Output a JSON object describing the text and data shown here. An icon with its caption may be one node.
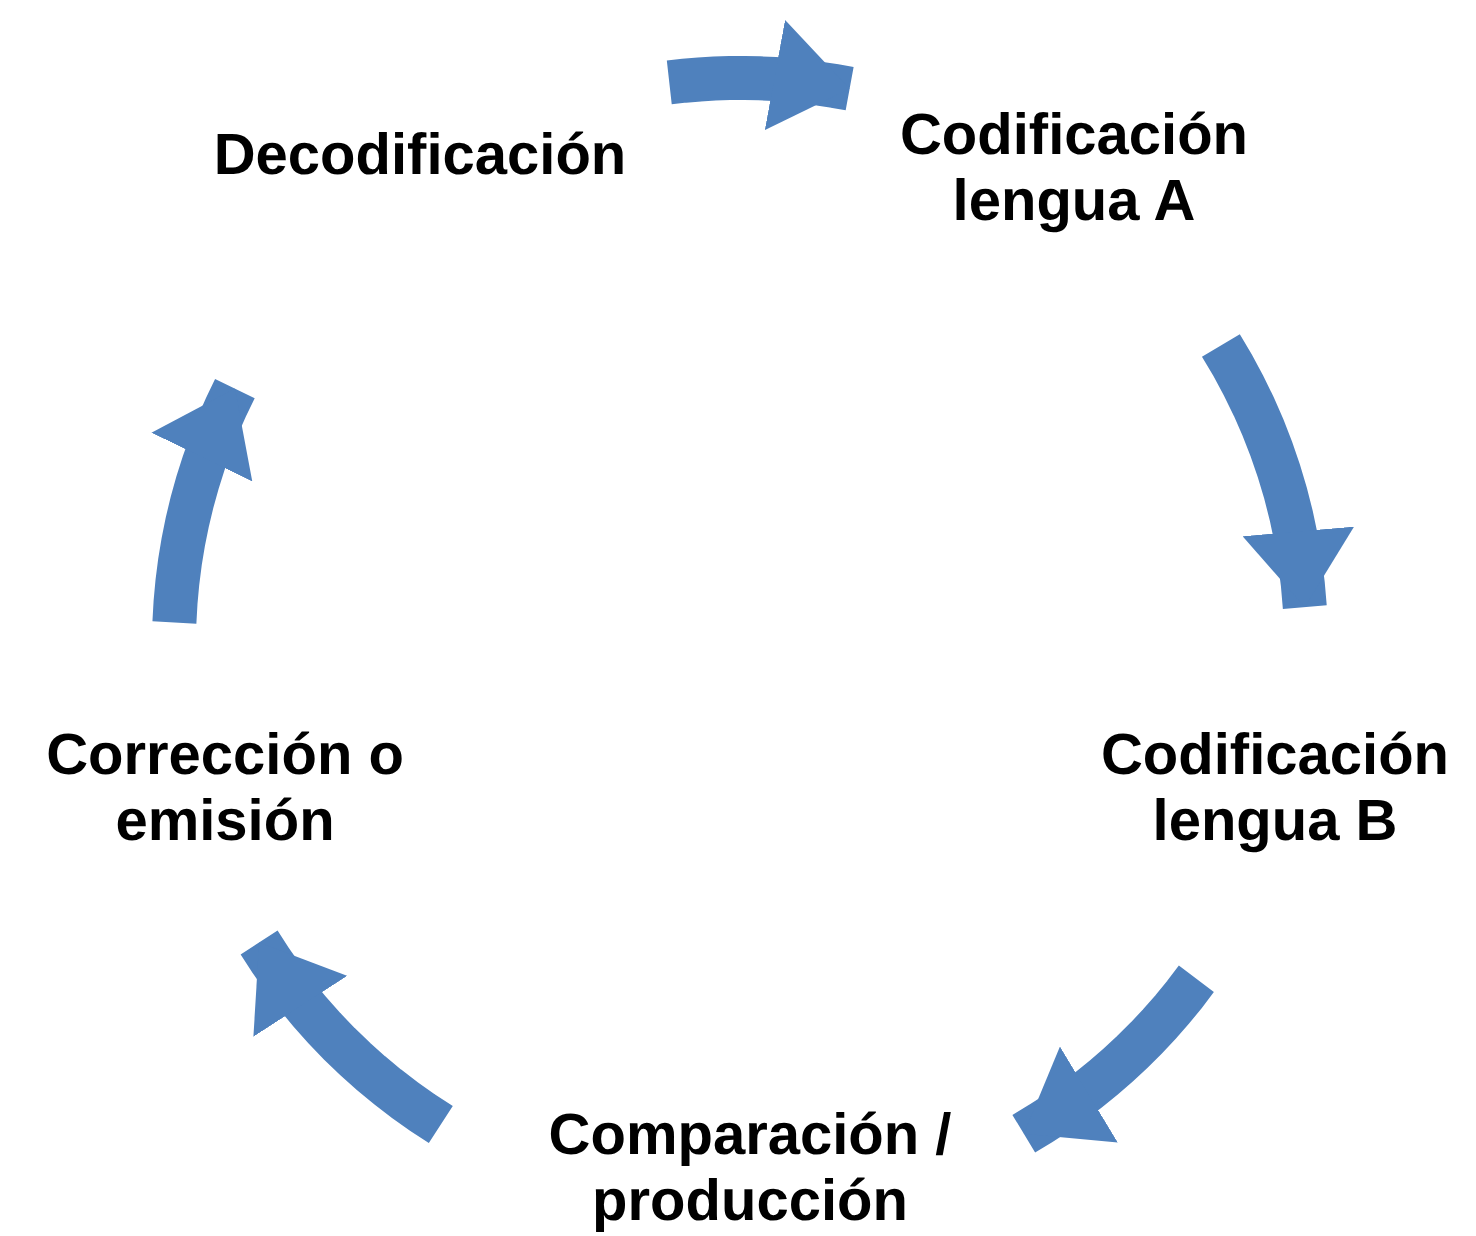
{
  "diagram": {
    "nodes": [
      {
        "text": [
          "Decodificación"
        ]
      },
      {
        "text": [
          "Codificación lengua A"
        ]
      },
      {
        "text": [
          "Codificación lengua B"
        ]
      },
      {
        "text": [
          "Comparación / producción"
        ]
      },
      {
        "text": [
          "Corrección o emisión"
        ]
      }
    ],
    "edges": [
      {
        "from": 0,
        "to": 1,
        "arrow": "to"
      },
      {
        "from": 1,
        "to": 2,
        "arrow": "to"
      },
      {
        "from": 2,
        "to": 3,
        "arrow": "to"
      },
      {
        "from": 3,
        "to": 4,
        "arrow": "to"
      },
      {
        "from": 4,
        "to": 0,
        "arrow": "to"
      }
    ]
  }
}
